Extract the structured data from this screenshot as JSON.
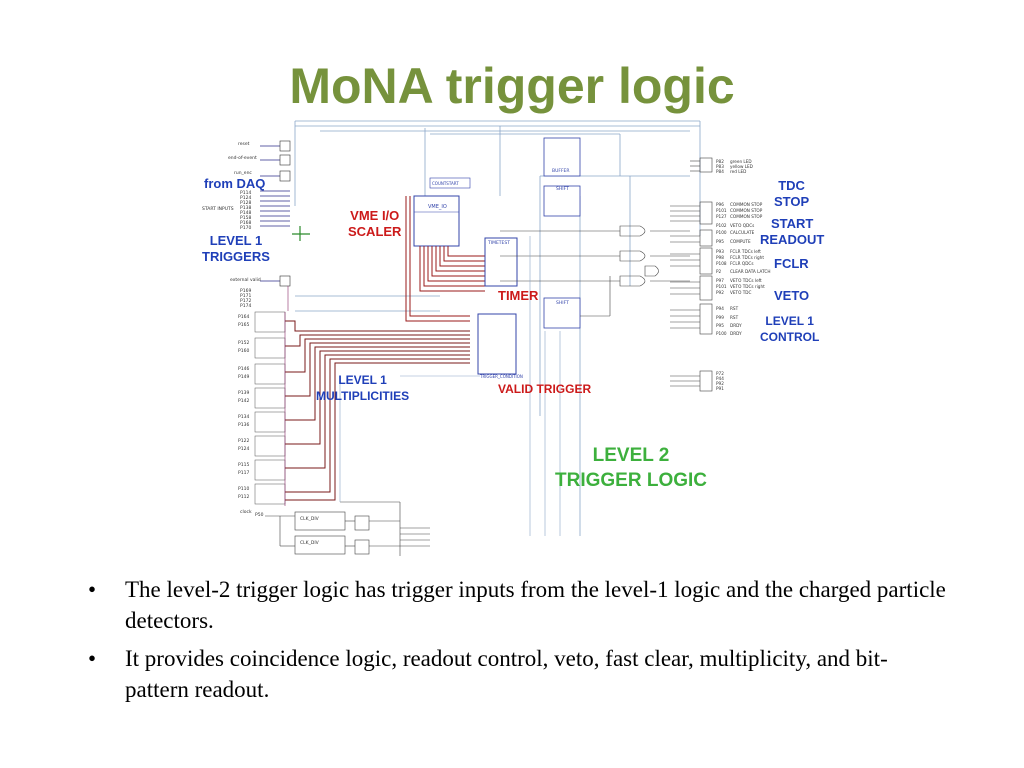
{
  "slide": {
    "title": "MoNA trigger logic"
  },
  "diagram": {
    "labels": {
      "from_daq": "from DAQ",
      "level1_triggers": "LEVEL 1\nTRIGGERS",
      "vme_scaler": "VME I/O\nSCALER",
      "timer": "TIMER",
      "valid_trigger": "VALID TRIGGER",
      "level1_multiplicities": "LEVEL 1\nMULTIPLICITIES",
      "tdc_stop": "TDC\nSTOP",
      "start_readout": "START\nREADOUT",
      "fclr": "FCLR",
      "veto": "VETO",
      "level1_control": "LEVEL 1\nCONTROL",
      "level2_logic": "LEVEL 2\nTRIGGER LOGIC"
    },
    "colors": {
      "blue": "#1f3fb8",
      "red": "#cc1a1a",
      "green": "#3db03d",
      "title": "#76923c"
    }
  },
  "bullets": [
    "The level-2 trigger logic has trigger inputs from the level-1 logic and the charged particle detectors.",
    "It provides coincidence logic, readout control, veto, fast clear, multiplicity, and bit-pattern readout."
  ],
  "bullet_glyph": "•"
}
